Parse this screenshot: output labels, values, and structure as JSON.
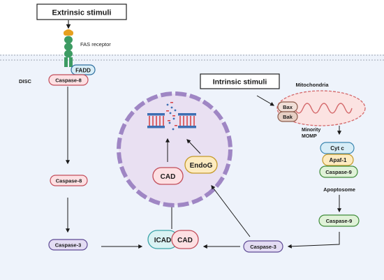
{
  "labels": {
    "extrinsic_stimuli": "Extrinsic stimuli",
    "intrinsic_stimuli": "Intrinsic stimuli",
    "fas_receptor": "FAS receptor",
    "fadd": "FADD",
    "disc": "DISC",
    "caspase8_disc": "Caspase-8",
    "caspase8": "Caspase-8",
    "caspase3_left": "Caspase-3",
    "caspase3_right": "Caspase-3",
    "icad": "ICAD",
    "cad_complex": "CAD",
    "cad_nucleus": "CAD",
    "endog": "EndoG",
    "mitochondria": "Mitochondria",
    "bax": "Bax",
    "bak": "Bak",
    "minority_momp": "Minority\nMOMP",
    "cytc": "Cyt c",
    "apaf1": "Apaf-1",
    "caspase9_apoptosome": "Caspase-9",
    "apoptosome": "Apoptosome",
    "caspase9": "Caspase-9"
  },
  "colors": {
    "cell_bg": "#eef3fb",
    "membrane": "#c6ccd6",
    "caspase8_fill": "#fde0e3",
    "caspase8_stroke": "#c24d5a",
    "caspase3_fill": "#e3dcf3",
    "caspase3_stroke": "#5e4a94",
    "caspase9_fill": "#e0f2d8",
    "caspase9_stroke": "#3f8c39",
    "icad_fill": "#d9f2f3",
    "icad_stroke": "#3aa3a8",
    "endog_fill": "#fdebc0",
    "endog_stroke": "#c59a2a",
    "nucleus_fill": "#e9e0f2",
    "nucleus_stroke": "#9f86c4",
    "bax_fill": "#f0dfd8",
    "bax_stroke": "#8c5b4b",
    "cytc_fill": "#d7edf7",
    "cytc_stroke": "#3b86b0",
    "receptor_green": "#3d9b63",
    "receptor_cap": "#e6a020",
    "mito_fill": "#fbe3e2",
    "mito_stroke": "#d4686a",
    "dna_blue": "#3d6fb3",
    "dna_red": "#d9474a"
  }
}
